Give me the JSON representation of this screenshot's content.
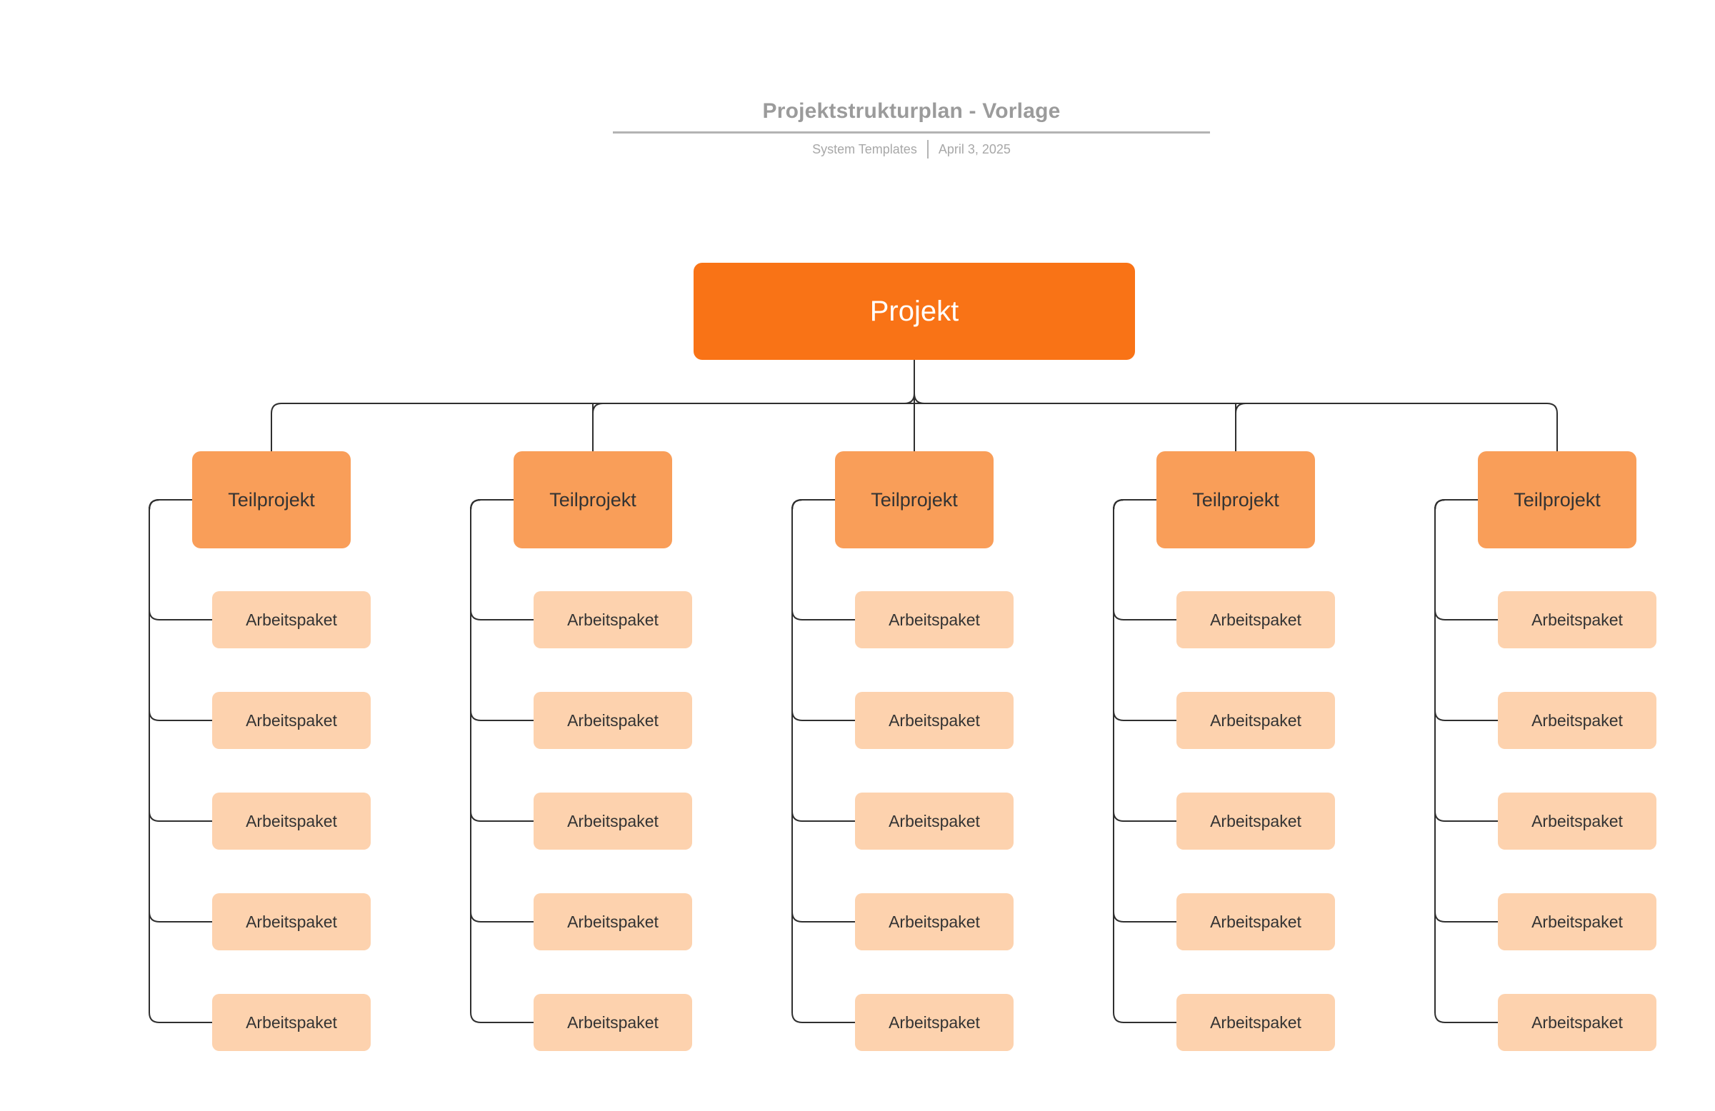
{
  "header": {
    "title": "Projektstrukturplan - Vorlage",
    "meta_author": "System Templates",
    "meta_date": "April 3, 2025"
  },
  "diagram": {
    "root": {
      "label": "Projekt"
    },
    "subprojects": [
      {
        "label": "Teilprojekt",
        "work_packages": [
          "Arbeitspaket",
          "Arbeitspaket",
          "Arbeitspaket",
          "Arbeitspaket",
          "Arbeitspaket"
        ]
      },
      {
        "label": "Teilprojekt",
        "work_packages": [
          "Arbeitspaket",
          "Arbeitspaket",
          "Arbeitspaket",
          "Arbeitspaket",
          "Arbeitspaket"
        ]
      },
      {
        "label": "Teilprojekt",
        "work_packages": [
          "Arbeitspaket",
          "Arbeitspaket",
          "Arbeitspaket",
          "Arbeitspaket",
          "Arbeitspaket"
        ]
      },
      {
        "label": "Teilprojekt",
        "work_packages": [
          "Arbeitspaket",
          "Arbeitspaket",
          "Arbeitspaket",
          "Arbeitspaket",
          "Arbeitspaket"
        ]
      },
      {
        "label": "Teilprojekt",
        "work_packages": [
          "Arbeitspaket",
          "Arbeitspaket",
          "Arbeitspaket",
          "Arbeitspaket",
          "Arbeitspaket"
        ]
      }
    ]
  },
  "colors": {
    "root_fill": "#F97316",
    "sub_fill": "#F99E59",
    "wp_fill": "#FDD2AE",
    "node_text": "#333333",
    "connector": "#2F2F2F",
    "title_text": "#9B9B9B",
    "divider": "#B3B3B3",
    "meta_text": "#A8A8A8"
  }
}
